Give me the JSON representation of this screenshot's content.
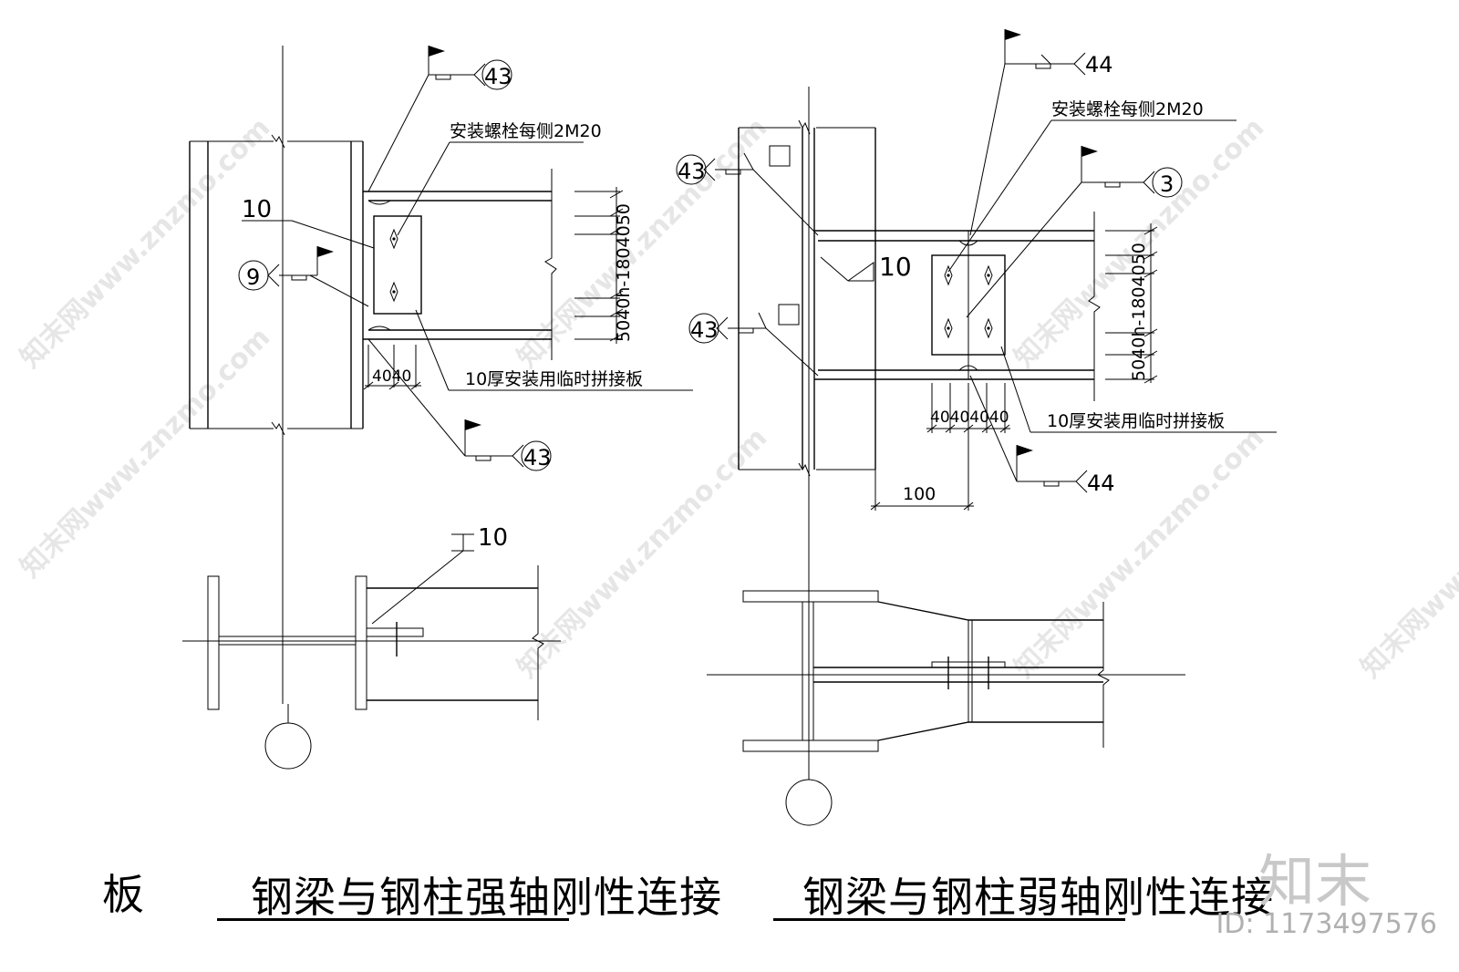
{
  "watermark": {
    "text": "知末网www.znzmo.com"
  },
  "brand": {
    "logo_text": "知末",
    "id_text": "ID: 1173497576"
  },
  "titles": {
    "left_fragment": "板",
    "strong_axis": "钢梁与钢柱强轴刚性连接",
    "weak_axis": "钢梁与钢柱弱轴刚性连接"
  },
  "left_detail": {
    "bolt_note": "安装螺栓每侧2M20",
    "plate_note": "10厚安装用临时拼接板",
    "weld_43_top": "43",
    "weld_43_bottom": "43",
    "weld_9": "9",
    "weld_10": "10",
    "dim_vertical": "5040h-1804050",
    "dim_horizontal": "4040",
    "plan_weld_10": "10"
  },
  "right_detail": {
    "bolt_note": "安装螺栓每侧2M20",
    "plate_note": "10厚安装用临时拼接板",
    "weld_44_top": "44",
    "weld_44_bottom": "44",
    "weld_43_top": "43",
    "weld_43_mid": "43",
    "weld_3": "3",
    "weld_10": "10",
    "dim_vertical": "5040h-1804050",
    "dim_horizontal": "40404040",
    "dim_100": "100"
  }
}
